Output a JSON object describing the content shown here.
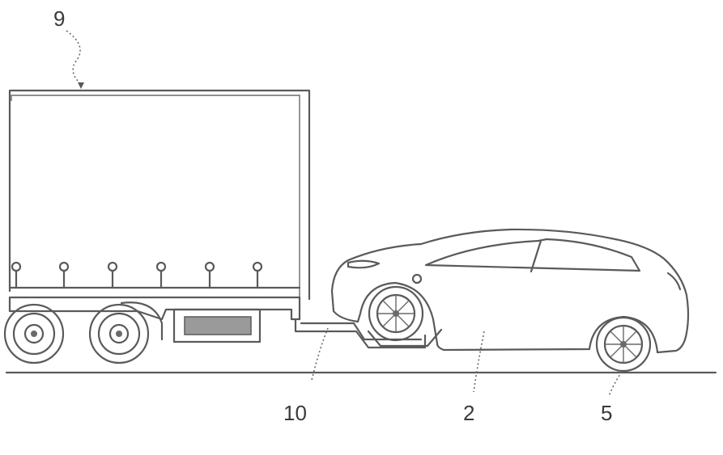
{
  "figure": {
    "ref_numerals": {
      "trailer": "9",
      "hitch": "10",
      "vehicle": "2",
      "wheel": "5"
    }
  }
}
